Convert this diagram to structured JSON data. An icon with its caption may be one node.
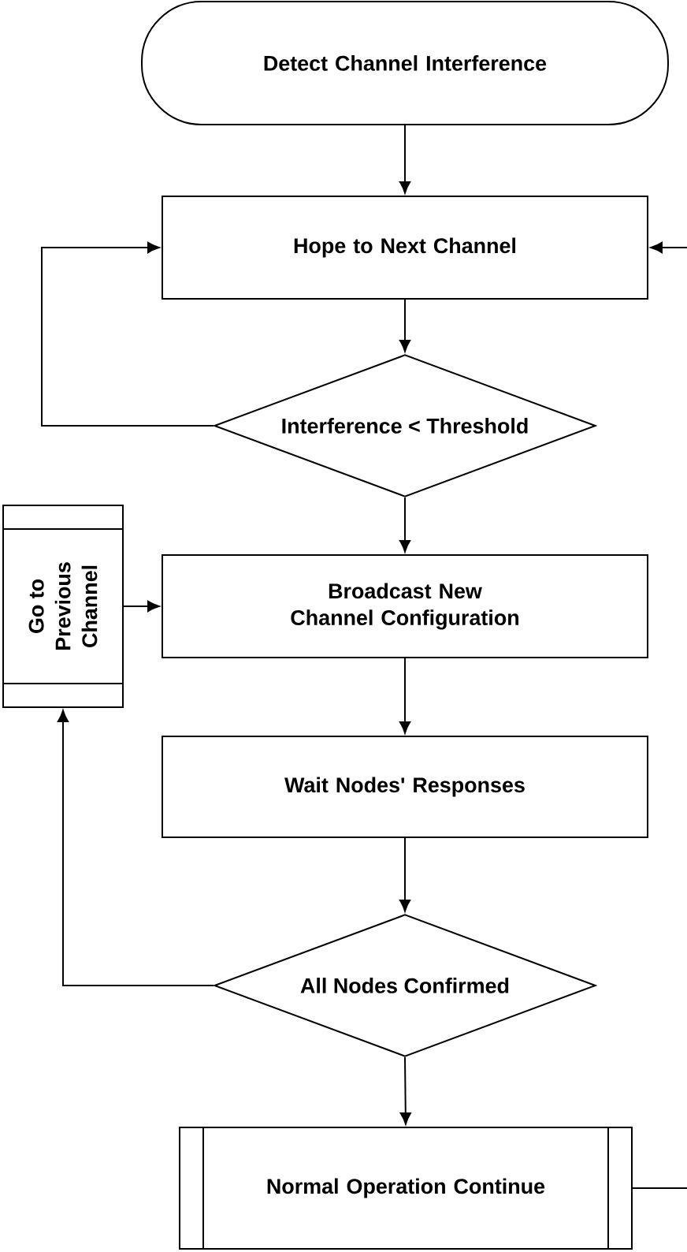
{
  "diagram": {
    "nodes": [
      {
        "text": [
          "Detect Channel Interference"
        ]
      },
      {
        "text": [
          "Hope to Next Channel"
        ]
      },
      {
        "text": [
          "Interference < Threshold"
        ]
      },
      {
        "text": [
          "Go to Previous Channel"
        ]
      },
      {
        "text": [
          "Broadcast New Channel Configuration"
        ]
      },
      {
        "text": [
          "Wait Nodes' Responses"
        ]
      },
      {
        "text": [
          "All Nodes Confirmed"
        ]
      },
      {
        "text": [
          "Normal Operation Continue"
        ]
      }
    ],
    "edges": [
      {
        "from": 0,
        "to": 1,
        "arrow": "to"
      },
      {
        "from": 1,
        "to": 2,
        "arrow": "to"
      },
      {
        "from": 2,
        "to": 1,
        "arrow": "to"
      },
      {
        "from": 2,
        "to": 4,
        "arrow": "to"
      },
      {
        "from": 3,
        "to": 4,
        "arrow": "to"
      },
      {
        "from": 4,
        "to": 5,
        "arrow": "to"
      },
      {
        "from": 5,
        "to": 6,
        "arrow": "to"
      },
      {
        "from": 6,
        "to": 3,
        "arrow": "to"
      },
      {
        "from": 6,
        "to": 7,
        "arrow": "to"
      },
      {
        "from": 7,
        "to": null,
        "arrow": "none"
      },
      {
        "from": null,
        "to": 1,
        "arrow": "to"
      }
    ]
  }
}
